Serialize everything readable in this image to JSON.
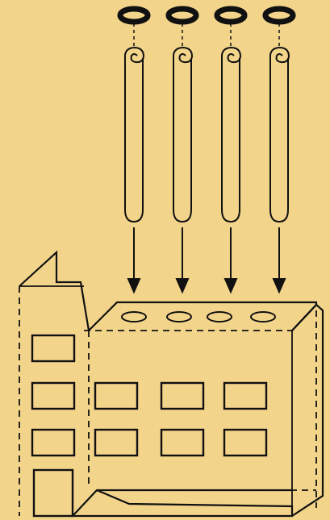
{
  "colors": {
    "background": "#f3d48b",
    "ink": "#111111"
  },
  "icons": [
    "ring-icon",
    "rolled-paper-tube-icon",
    "down-arrow-icon",
    "factory-building-icon"
  ],
  "diagram": {
    "ring_count": 4,
    "tube_count": 4,
    "arrow_count": 4,
    "building": {
      "chimney_hole_count": 4,
      "window_grid": {
        "rows": 2,
        "cols": 4
      },
      "side_wing_window_count": 1,
      "door_count": 1
    }
  }
}
